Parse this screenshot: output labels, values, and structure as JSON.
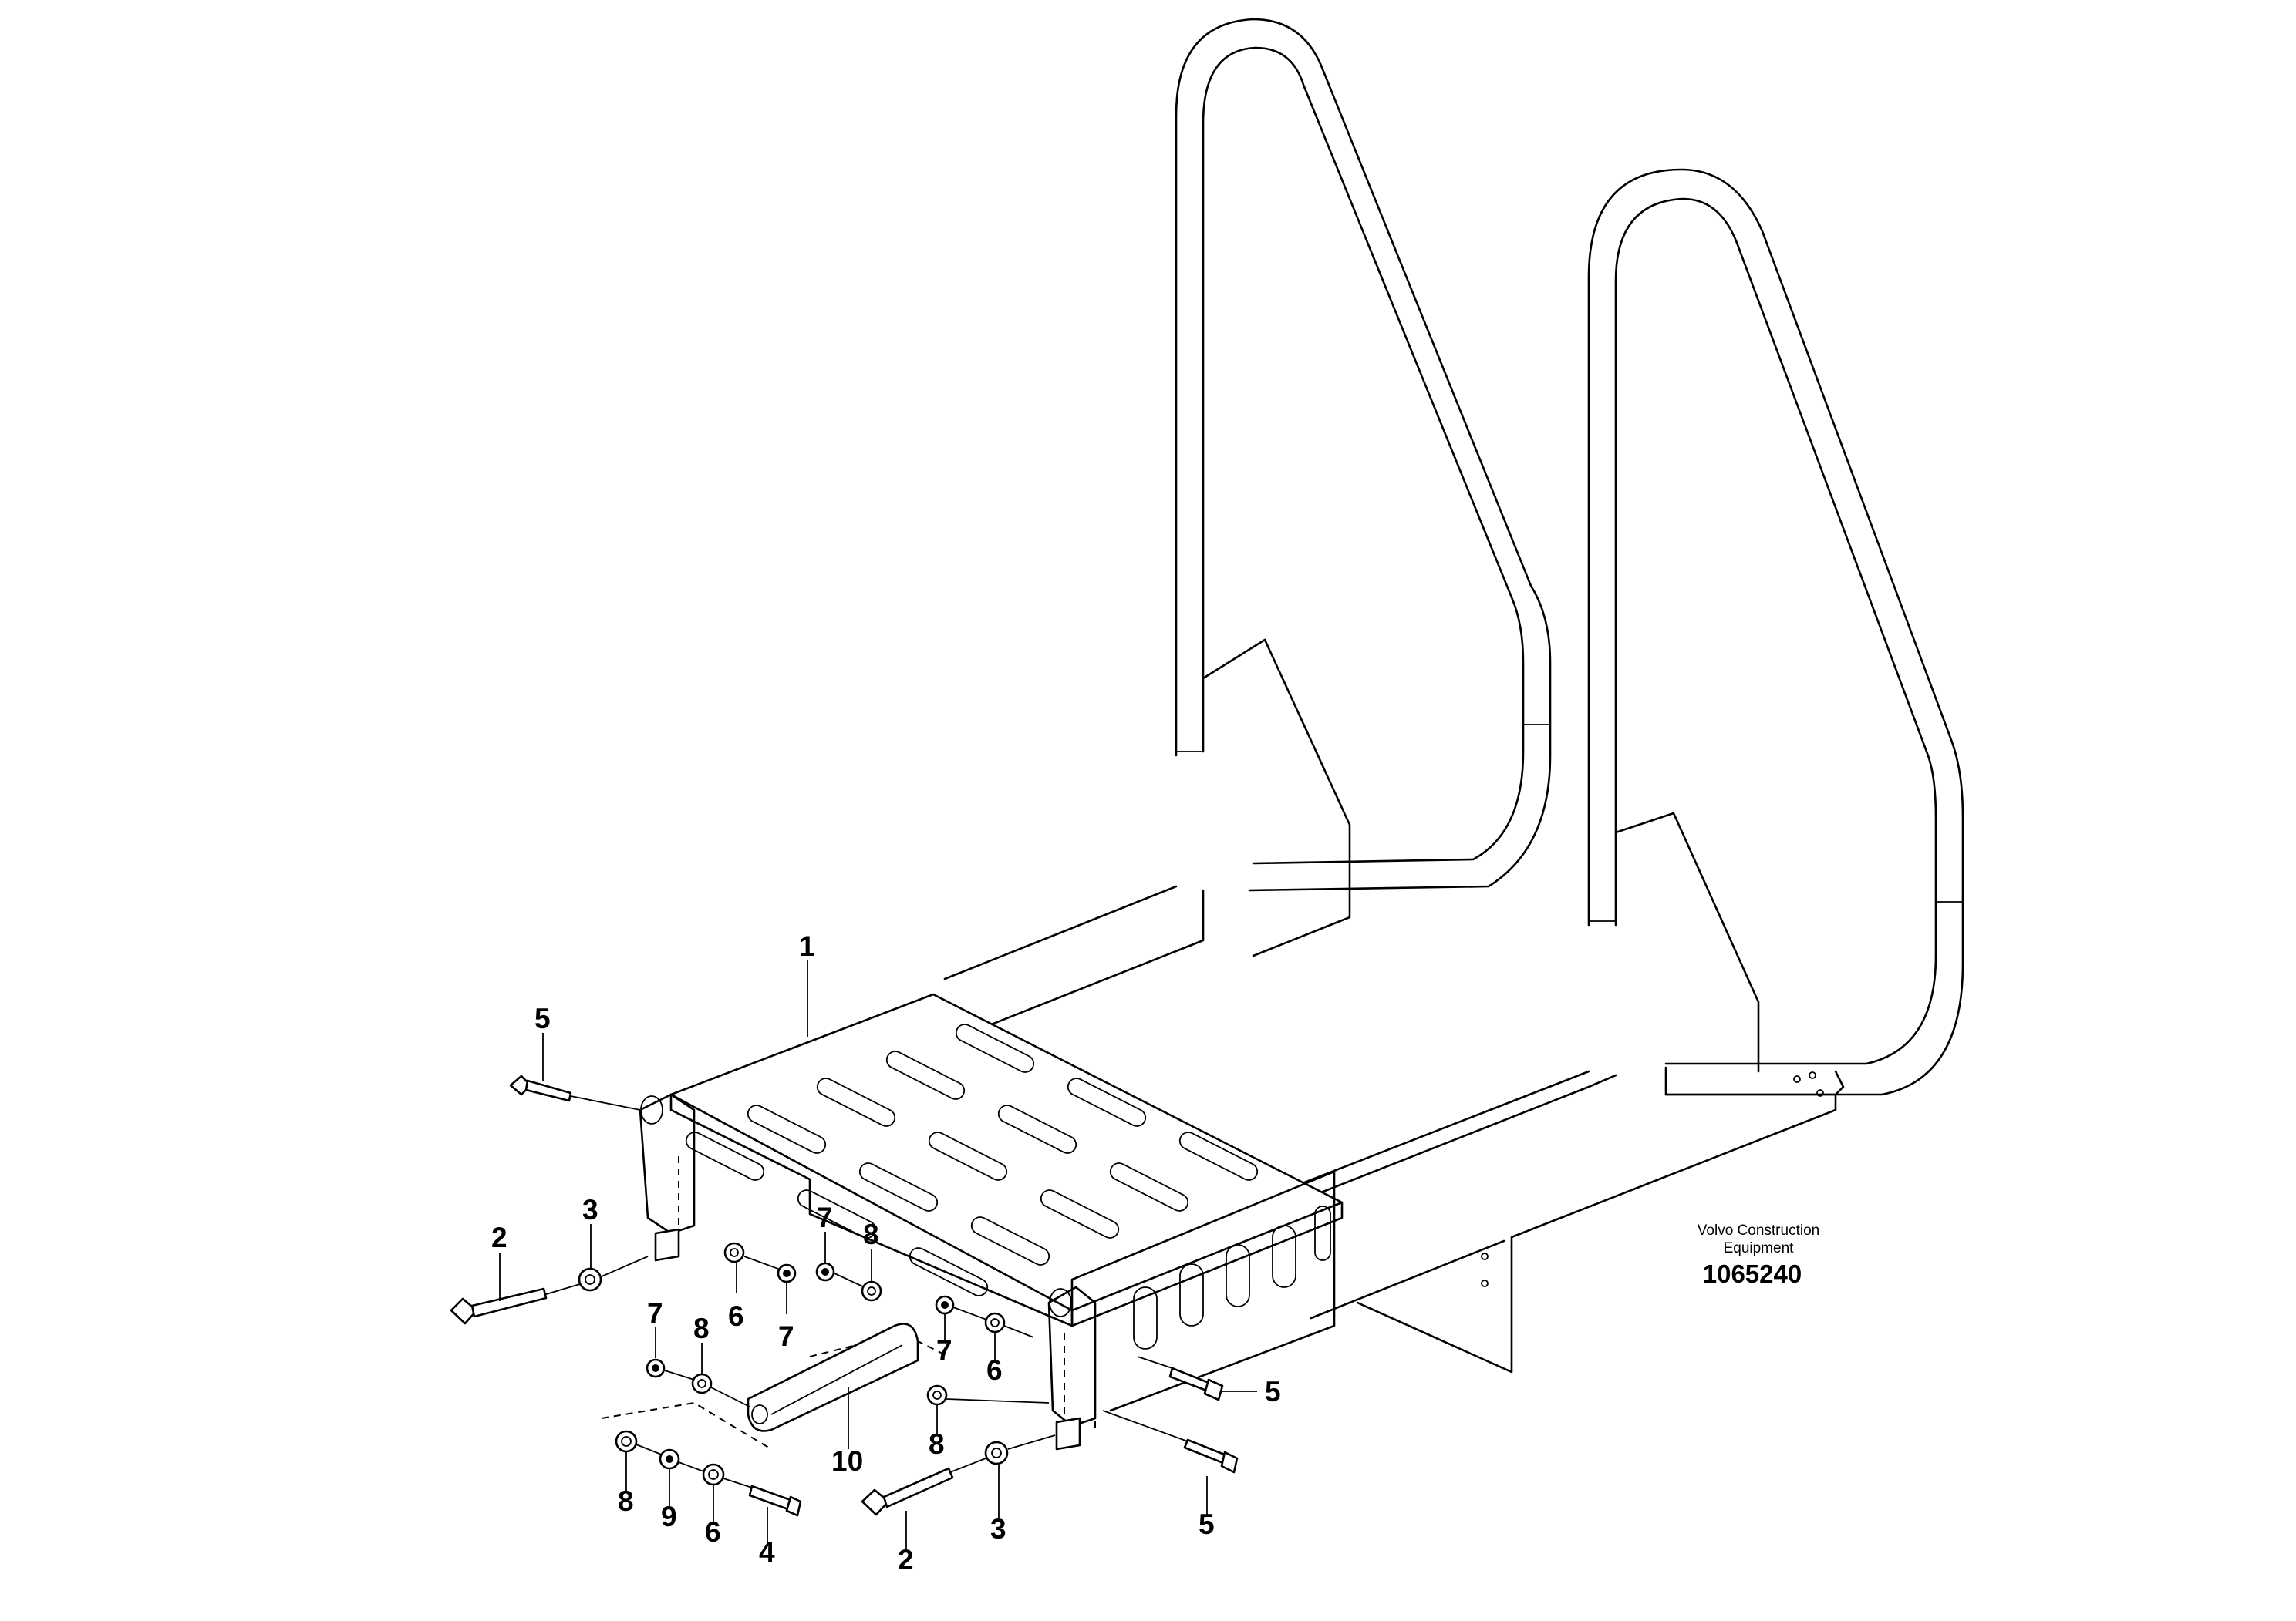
{
  "drawing": {
    "credit_line1": "Volvo Construction",
    "credit_line2": "Equipment",
    "part_number": "1065240"
  },
  "callouts": [
    {
      "id": "c1",
      "text": "1"
    },
    {
      "id": "c5a",
      "text": "5"
    },
    {
      "id": "c3a",
      "text": "3"
    },
    {
      "id": "c2a",
      "text": "2"
    },
    {
      "id": "c6a",
      "text": "6"
    },
    {
      "id": "c7a",
      "text": "7"
    },
    {
      "id": "c7b",
      "text": "7"
    },
    {
      "id": "c8a",
      "text": "8"
    },
    {
      "id": "c7c",
      "text": "7"
    },
    {
      "id": "c8b",
      "text": "8"
    },
    {
      "id": "c7d",
      "text": "7"
    },
    {
      "id": "c6b",
      "text": "6"
    },
    {
      "id": "c8c",
      "text": "8"
    },
    {
      "id": "c10",
      "text": "10"
    },
    {
      "id": "c8d",
      "text": "8"
    },
    {
      "id": "c9",
      "text": "9"
    },
    {
      "id": "c6c",
      "text": "6"
    },
    {
      "id": "c4",
      "text": "4"
    },
    {
      "id": "c2b",
      "text": "2"
    },
    {
      "id": "c3b",
      "text": "3"
    },
    {
      "id": "c5b",
      "text": "5"
    },
    {
      "id": "c5c",
      "text": "5"
    }
  ]
}
